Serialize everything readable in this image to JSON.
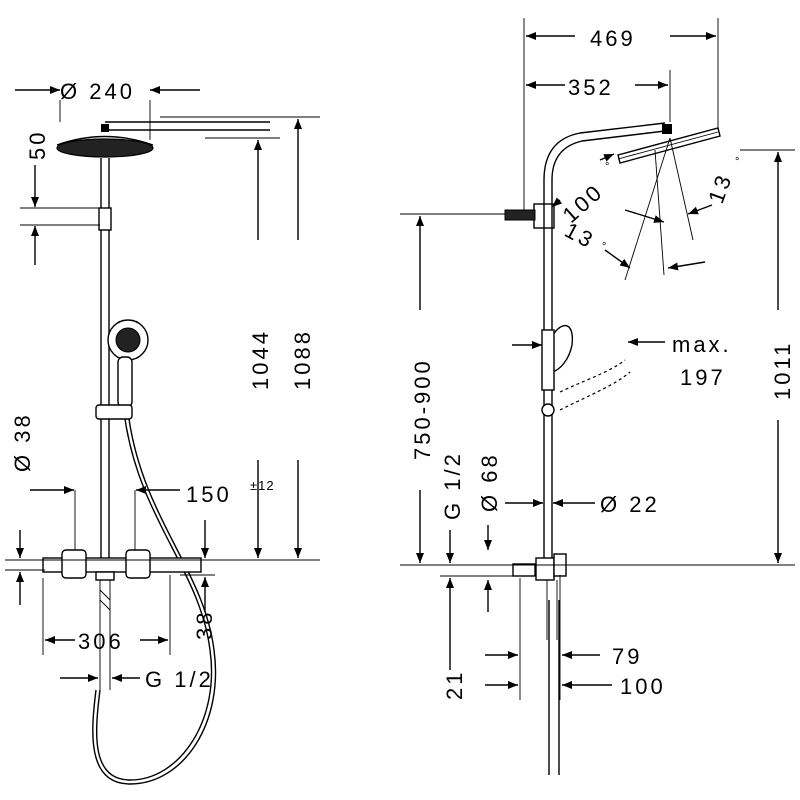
{
  "front": {
    "head_diameter": "Ø 240",
    "head_height": "50",
    "height_1": "1044",
    "height_2": "1088",
    "pipe_diameter": "Ø 38",
    "spacing": "150",
    "spacing_tol": "±12",
    "width": "306",
    "mixer_height": "38",
    "connection": "G 1/2"
  },
  "side": {
    "width": "469",
    "depth": "352",
    "head_angle": "100",
    "tilt_angle_1": "13",
    "tilt_angle_2": "13",
    "degree_mark": "°",
    "max_label": "max.",
    "max_value": "197",
    "install_height": "750-900",
    "connection": "G 1/2",
    "wall_diameter": "Ø 68",
    "pipe_diameter": "Ø 22",
    "total_height": "1011",
    "dim_79": "79",
    "dim_21": "21",
    "dim_100": "100"
  }
}
